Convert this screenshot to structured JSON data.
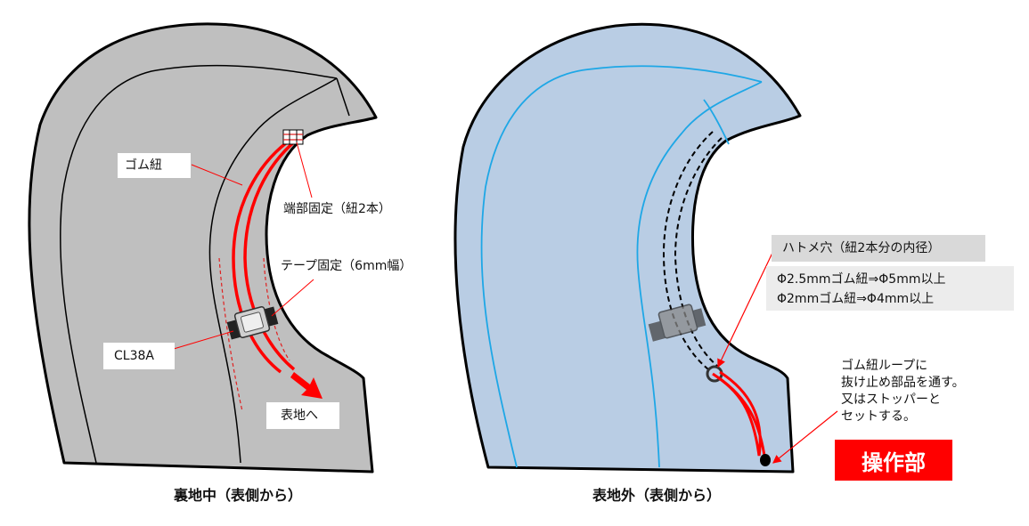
{
  "left": {
    "caption": "裏地中（表側から）",
    "labels": {
      "gom_himo": "ゴム紐",
      "tanbu": "端部固定（紐2本）",
      "tape": "テープ固定（6mm幅）",
      "cl38a": "CL38A",
      "omoteji": "表地へ"
    }
  },
  "right": {
    "caption": "表地外（表側から）",
    "labels": {
      "hatome": "ハトメ穴（紐2本分の内径）",
      "spec_line1": "Φ2.5mmゴム紐⇒Φ5mm以上",
      "spec_line2": "Φ2mmゴム紐⇒Φ4mm以上",
      "note_line1": "ゴム紐ループに",
      "note_line2": "抜け止め部品を通す。",
      "note_line3": "又はストッパーと",
      "note_line4": "セットする。"
    },
    "badge": "操作部"
  },
  "colors": {
    "left_fill": "#bfbfbf",
    "right_fill": "#b9cde4",
    "cord_red": "#ff0000",
    "seam_blue": "#1ea7e6",
    "badge_red": "#ff0000"
  }
}
